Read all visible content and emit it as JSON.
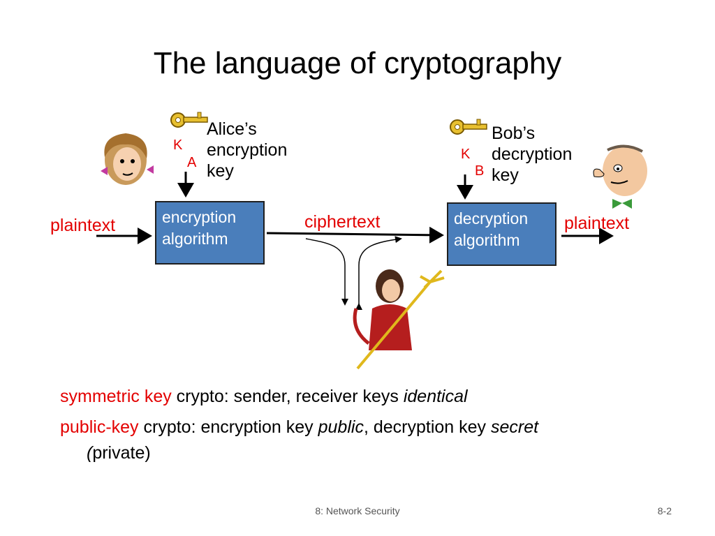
{
  "slide": {
    "title": "The language of cryptography",
    "alice_key": {
      "k": "K",
      "sub": "A",
      "label_lines": [
        "Alice’s",
        "encryption",
        "key"
      ]
    },
    "bob_key": {
      "k": "K",
      "sub": "B",
      "label_lines": [
        "Bob’s",
        "decryption",
        "key"
      ]
    },
    "plaintext_left": "plaintext",
    "plaintext_right": "plaintext",
    "ciphertext": "ciphertext",
    "encryption_box": [
      "encryption",
      "algorithm"
    ],
    "decryption_box": [
      "decryption",
      "algorithm"
    ],
    "bullets": {
      "b1": {
        "red": "symmetric key",
        "text": " crypto: sender, receiver keys ",
        "ital": "identical"
      },
      "b2": {
        "red": "public-key",
        "text": " crypto: encryption key ",
        "ital1": "public",
        "mid": ", decryption key ",
        "ital2": "secret",
        "cont_ital": "(",
        "cont": "private)"
      }
    },
    "footer": {
      "center": "8: Network Security",
      "page": "8-2"
    }
  },
  "colors": {
    "accent_red": "#e30000",
    "box_blue": "#4a7ebb",
    "key_gold": "#e8c030"
  },
  "icons": [
    "alice-figure",
    "bob-figure",
    "trudy-figure",
    "key-icon"
  ]
}
